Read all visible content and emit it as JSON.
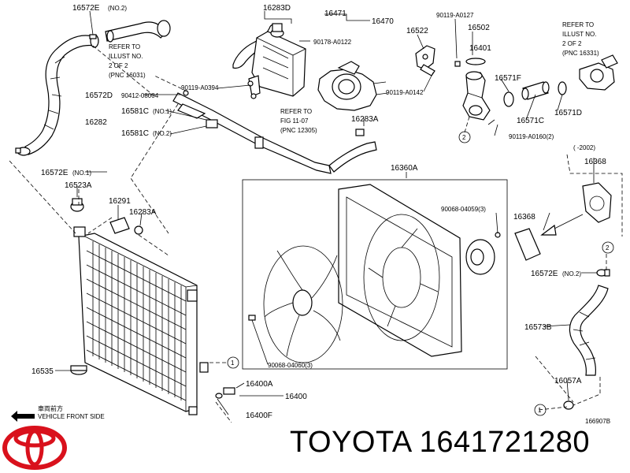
{
  "labels": {
    "p16572E_no2": "16572E",
    "p16572E_no2_q": "(NO.2)",
    "p16283D": "16283D",
    "p16471": "16471",
    "p16470": "16470",
    "p90119_A0127": "90119-A0127",
    "p16522": "16522",
    "p16502": "16502",
    "p90178_A0122": "90178-A0122",
    "p16401": "16401",
    "p16572D": "16572D",
    "p90119_A0394": "90119-A0394",
    "p90412_08004": "90412-08004",
    "p90119_A0142": "90119-A0142",
    "p16571F": "16571F",
    "p16282": "16282",
    "p16581C_no1": "16581C",
    "p16581C_no1_q": "(NO.1)",
    "p16571D": "16571D",
    "p16581C_no2": "16581C",
    "p16581C_no2_q": "(NO.2)",
    "p16283A_top": "16283A",
    "p16571C": "16571C",
    "p90119_A0160": "90119-A0160(2)",
    "p16572E_no1": "16572E",
    "p16572E_no1_q": "(NO.1)",
    "p16360A": "16360A",
    "p16368_top": "16368",
    "p16523A": "16523A",
    "p16291": "16291",
    "p16283A_mid": "16283A",
    "p90068_04059": "90068-04059(3)",
    "p16368_mid": "16368",
    "p16572E_no2b": "16572E",
    "p16572E_no2b_q": "(NO.2)",
    "p16573B": "16573B",
    "p16535": "16535",
    "p90068_04060": "90068-04060(3)",
    "p16057A": "16057A",
    "p16400A": "16400A",
    "p16400": "16400",
    "p16400F": "16400F",
    "range_2002": "(      -2002)"
  },
  "refs": {
    "ref_left": [
      "REFER TO",
      "ILLUST NO.",
      "2 OF 2",
      "(PNC 16031)"
    ],
    "ref_mid": [
      "REFER TO",
      "FIG 11-07",
      "(PNC 12305)"
    ],
    "ref_right": [
      "REFER TO",
      "ILLUST NO.",
      "2 OF 2",
      "(PNC 16331)"
    ]
  },
  "callouts": {
    "c1": "1",
    "c2": "2"
  },
  "footer": {
    "front_jp": "車両前方",
    "front_en": "VEHICLE FRONT SIDE",
    "diagram_code": "166907B",
    "brand_text": "TOYOTA 1641721280"
  }
}
